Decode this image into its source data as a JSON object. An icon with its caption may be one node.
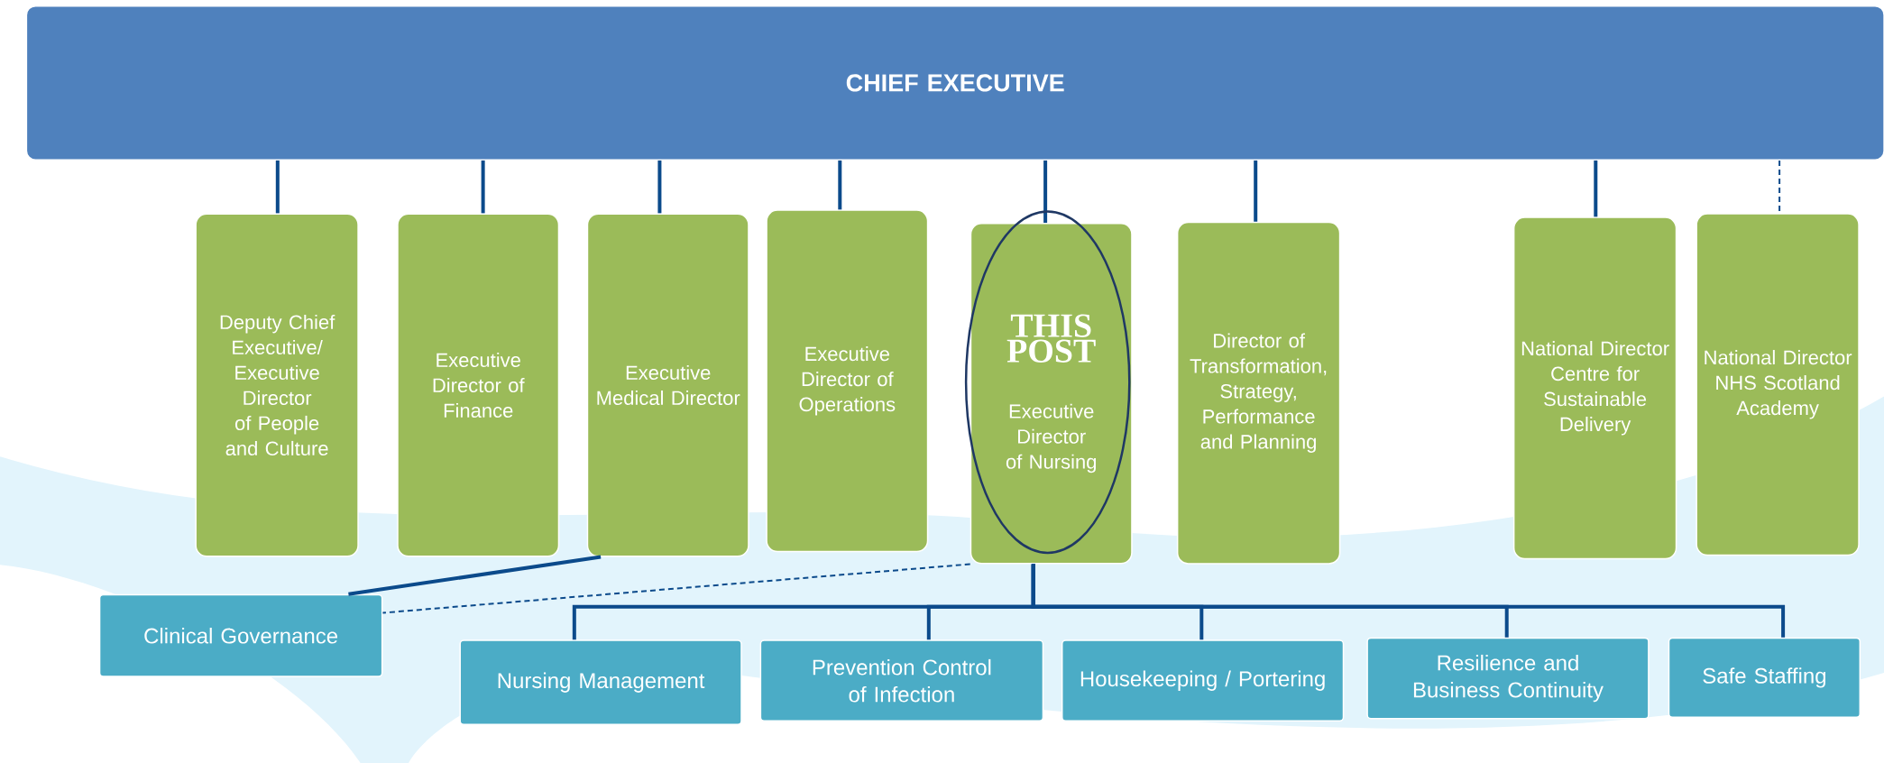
{
  "diagram": {
    "nodes": [
      {
        "text": [
          "CHIEF EXECUTIVE"
        ]
      },
      {
        "text": [
          "Deputy Chief Executive/ Executive Director of People and Culture"
        ]
      },
      {
        "text": [
          "Executive Director of Finance"
        ]
      },
      {
        "text": [
          "Executive Medical Director"
        ]
      },
      {
        "text": [
          "Executive Director of Operations"
        ]
      },
      {
        "text": [
          "THIS POST",
          "Executive Director of Nursing"
        ]
      },
      {
        "text": [
          "Director of Transformation, Strategy, Performance and Planning"
        ]
      },
      {
        "text": [
          "National Director Centre for Sustainable Delivery"
        ]
      },
      {
        "text": [
          "National Director NHS Scotland Academy"
        ]
      },
      {
        "text": [
          "Clinical Governance"
        ]
      },
      {
        "text": [
          "Nursing Management"
        ]
      },
      {
        "text": [
          "Prevention Control of Infection"
        ]
      },
      {
        "text": [
          "Housekeeping / Portering"
        ]
      },
      {
        "text": [
          "Resilience and Business Continuity"
        ]
      },
      {
        "text": [
          "Safe Staffing"
        ]
      }
    ],
    "edges": [
      {
        "from": 0,
        "to": 1,
        "arrow": "none"
      },
      {
        "from": 0,
        "to": 2,
        "arrow": "none"
      },
      {
        "from": 0,
        "to": 3,
        "arrow": "none"
      },
      {
        "from": 0,
        "to": 4,
        "arrow": "none"
      },
      {
        "from": 0,
        "to": 5,
        "arrow": "none"
      },
      {
        "from": 0,
        "to": 6,
        "arrow": "none"
      },
      {
        "from": 0,
        "to": 7,
        "arrow": "none"
      },
      {
        "from": 0,
        "to": 8,
        "arrow": "none",
        "style": "dashed"
      },
      {
        "from": 3,
        "to": 9,
        "arrow": "none"
      },
      {
        "from": 5,
        "to": 9,
        "arrow": "none",
        "style": "dashed"
      },
      {
        "from": 5,
        "to": 10,
        "arrow": "none"
      },
      {
        "from": 5,
        "to": 11,
        "arrow": "none"
      },
      {
        "from": 5,
        "to": 12,
        "arrow": "none"
      },
      {
        "from": 5,
        "to": 13,
        "arrow": "none"
      },
      {
        "from": 5,
        "to": 14,
        "arrow": "none"
      }
    ]
  }
}
